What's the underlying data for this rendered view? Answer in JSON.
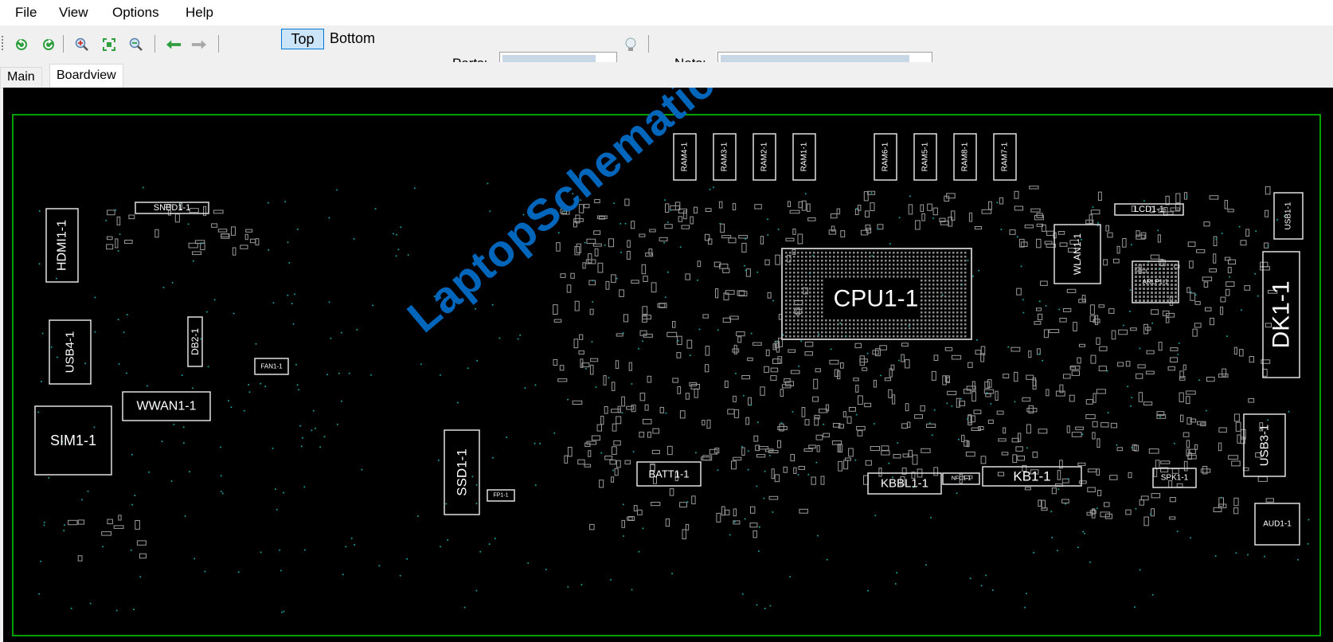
{
  "menu": {
    "file": "File",
    "view": "View",
    "options": "Options",
    "help": "Help"
  },
  "toolbar": {
    "side_top": "Top",
    "side_bottom": "Bottom",
    "parts_label": "Parts:",
    "nets_label": "Nets:",
    "icons": [
      "rotate-left-icon",
      "rotate-right-icon",
      "zoom-in-icon",
      "fit-icon",
      "zoom-out-icon",
      "back-arrow-icon",
      "forward-arrow-icon",
      "lightbulb-icon"
    ]
  },
  "tabs": {
    "main": "Main",
    "boardview": "Boardview"
  },
  "board": {
    "parts": {
      "hdmi": "HDMI1-1",
      "usb4": "USB4-1",
      "db2": "DB2-1",
      "sim": "SIM1-1",
      "wwan": "WWAN1-1",
      "snbd": "SNBD1-1",
      "fan": "FAN1-1",
      "ssd": "SSD1-1",
      "fp": "FP1-1",
      "batt": "BATT1-1",
      "kbbl": "KBBL1-1",
      "nfc": "NFC1-1",
      "kb": "KB1-1",
      "spk": "SPK1-1",
      "aud": "AUD1-1",
      "usb3": "USB3-1",
      "dk": "DK1-1",
      "usb1": "USB1-1",
      "lcd": "LCD1-1",
      "wlan": "WLAN1-1",
      "arlp": "ARLP1-1",
      "cpu": "CPU1-1",
      "ram4": "RAM4-1",
      "ram3": "RAM3-1",
      "ram2": "RAM2-1",
      "ram1": "RAM1-1",
      "ram6": "RAM6-1",
      "ram5": "RAM5-1",
      "ram8": "RAM8-1",
      "ram7": "RAM7-1"
    },
    "watermark": "LaptopSchematic.com",
    "colors": {
      "outline": "#00a000",
      "part": "#e0e0e0",
      "pad": "#9a9a9a",
      "via": "#1aa0a0",
      "background": "#000000"
    }
  }
}
